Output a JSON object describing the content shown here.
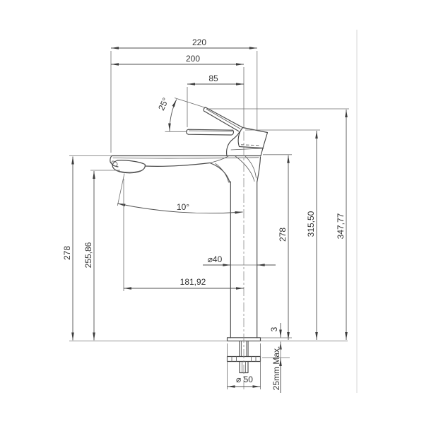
{
  "drawing": {
    "title": "basin mixer tap — dimensioned side elevation",
    "line_color": "#474747",
    "dimension_color": "#4f4f4f",
    "background_color": "#ffffff",
    "labels": {
      "overall_width": "220",
      "spout_to_axis": "200",
      "handle_reach": "85",
      "handle_angle": "25°",
      "spray_angle": "10°",
      "spout_top_height": "278",
      "outlet_height": "255,86",
      "deck_height": "278",
      "handle_top_height": "315,50",
      "overall_height": "347,77",
      "body_diameter": "⌀40",
      "outlet_reach": "181,92",
      "base_diameter": "⌀ 50",
      "plate_lip": "3",
      "counter_max_thickness": "25mm Max."
    }
  }
}
